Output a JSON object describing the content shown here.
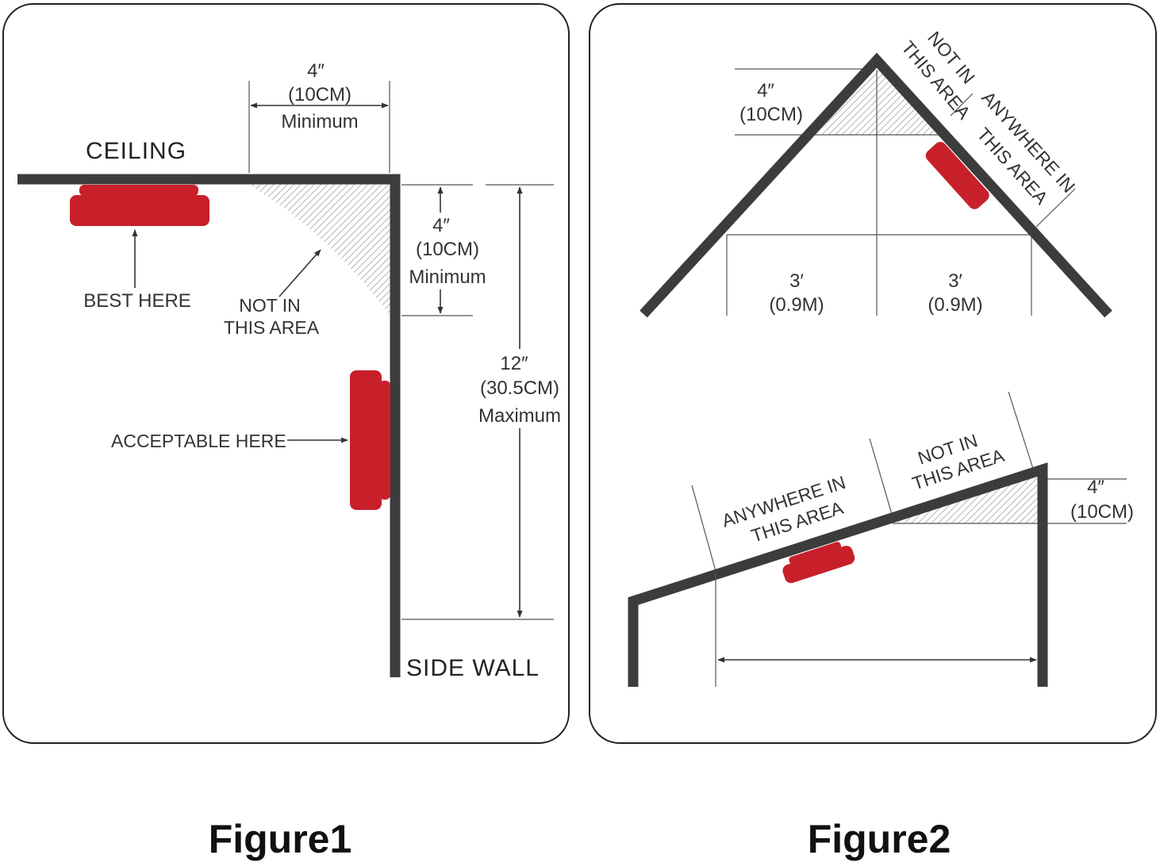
{
  "figure1": {
    "title": "Figure1",
    "ceiling_label": "CEILING",
    "side_wall_label": "SIDE  WALL",
    "ceiling_dim": {
      "value": "4″",
      "metric": "(10CM)",
      "qualifier": "Minimum"
    },
    "wall_dim": {
      "value": "4″",
      "metric": "(10CM)",
      "qualifier": "Minimum"
    },
    "max_dim": {
      "value": "12″",
      "metric": "(30.5CM)",
      "qualifier": "Maximum"
    },
    "best_here": "BEST HERE",
    "not_in_line1": "NOT IN",
    "not_in_line2": "THIS AREA",
    "acceptable_here": "ACCEPTABLE  HERE"
  },
  "figure2": {
    "title": "Figure2",
    "peak": {
      "dim_value": "4″",
      "dim_metric": "(10CM)",
      "not_in_line1": "NOT IN",
      "not_in_line2": "THIS AREA",
      "anywhere_line1": "ANYWHERE  IN",
      "anywhere_line2": "THIS AREA",
      "left_dim": {
        "value": "3′",
        "metric": "(0.9M)"
      },
      "right_dim": {
        "value": "3′",
        "metric": "(0.9M)"
      }
    },
    "slope": {
      "anywhere_line1": "ANYWHERE  IN",
      "anywhere_line2": "THIS AREA",
      "not_in_line1": "NOT IN",
      "not_in_line2": "THIS AREA",
      "dim_value": "4″",
      "dim_metric": "(10CM)"
    }
  },
  "colors": {
    "detector": "#c8202a",
    "structure": "#3c3c3c",
    "hatch": "#b8b8b8"
  },
  "icons": [
    "smoke-detector-icon"
  ]
}
